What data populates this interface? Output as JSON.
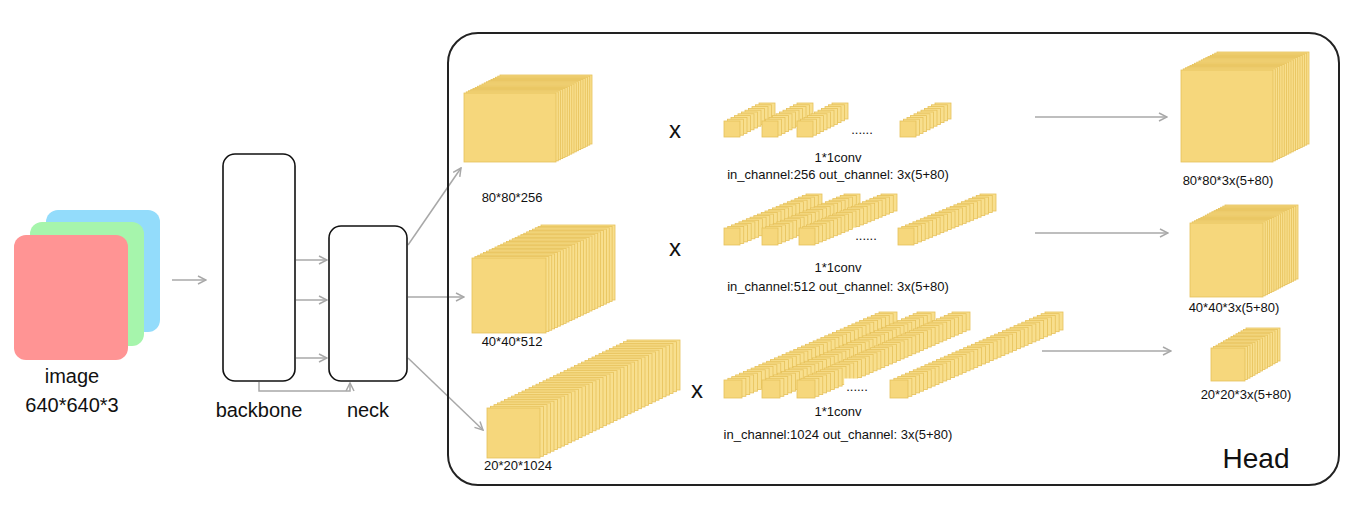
{
  "diagram": {
    "nodes": [
      {
        "text": [
          "image",
          "640*640*3"
        ]
      },
      {
        "text": [
          "backbone"
        ]
      },
      {
        "text": [
          "neck"
        ]
      },
      {
        "text": [
          "Head"
        ]
      },
      {
        "text": [
          "80*80*256"
        ],
        "in": 3
      },
      {
        "text": [
          "1*1conv",
          "in_channel:256 out_channel: 3x(5+80)"
        ],
        "in": 3
      },
      {
        "text": [
          "80*80*3x(5+80)"
        ],
        "in": 3
      },
      {
        "text": [
          "40*40*512"
        ],
        "in": 3
      },
      {
        "text": [
          "1*1conv",
          "in_channel:512 out_channel: 3x(5+80)"
        ],
        "in": 3
      },
      {
        "text": [
          "40*40*3x(5+80)"
        ],
        "in": 3
      },
      {
        "text": [
          "20*20*1024"
        ],
        "in": 3
      },
      {
        "text": [
          "1*1conv",
          "in_channel:1024 out_channel: 3x(5+80)"
        ],
        "in": 3
      },
      {
        "text": [
          "20*20*3x(5+80)"
        ],
        "in": 3
      }
    ],
    "edges": [
      {
        "from": 0,
        "to": 1,
        "arrow": "to"
      },
      {
        "from": 1,
        "to": 2,
        "arrow": "to"
      },
      {
        "from": 1,
        "to": 2,
        "arrow": "to"
      },
      {
        "from": 1,
        "to": 2,
        "arrow": "to"
      },
      {
        "from": 1,
        "to": 2,
        "arrow": "to"
      },
      {
        "from": 2,
        "to": 4,
        "arrow": "to"
      },
      {
        "from": 2,
        "to": 7,
        "arrow": "to"
      },
      {
        "from": 2,
        "to": 10,
        "arrow": "to"
      },
      {
        "from": 5,
        "to": 6,
        "arrow": "to"
      },
      {
        "from": 8,
        "to": 9,
        "arrow": "to"
      },
      {
        "from": 11,
        "to": 12,
        "arrow": "to"
      }
    ],
    "labels": [
      "x",
      "......",
      "x",
      "......",
      "x",
      "......"
    ]
  }
}
